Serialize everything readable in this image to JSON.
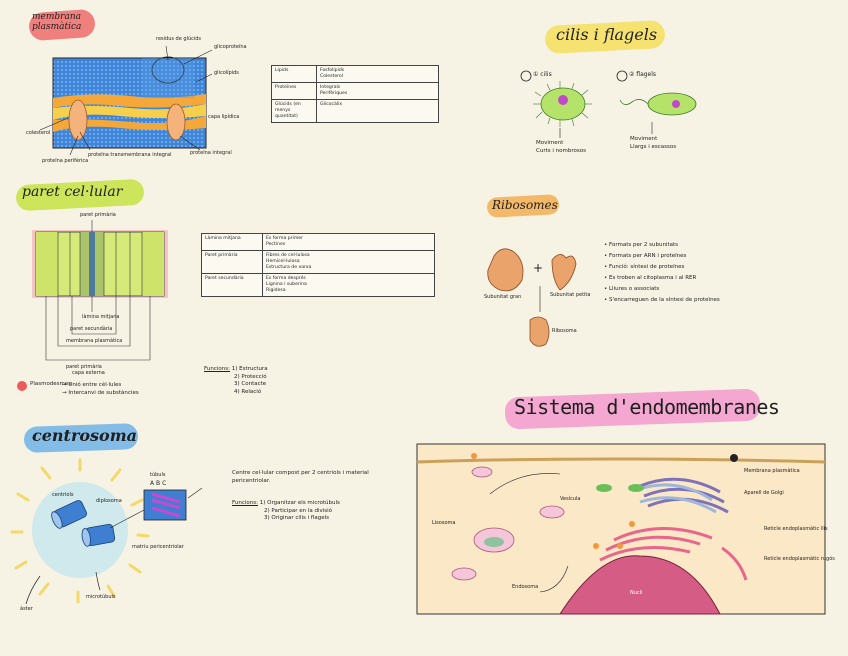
{
  "titles": {
    "membrana": "membrana plasmàtica",
    "paret": "paret cel·lular",
    "centrosoma": "centrosoma",
    "cilis": "cilis i flagels",
    "ribosomes": "Ribosomes",
    "sistema": "Sistema d'endomembranes"
  },
  "colors": {
    "highlight_red": "#ef6b6b",
    "highlight_green": "#c8e34a",
    "highlight_blue": "#6fb1e6",
    "highlight_yellow": "#f5e06a",
    "highlight_orange": "#f2b25a",
    "highlight_pink": "#f3a2cf"
  },
  "membrana": {
    "labels": [
      "residus de glúcids",
      "glicoproteïna",
      "glicolípids",
      "capa lipídica",
      "colesterol",
      "proteïna transmembrana integral",
      "proteïna perifèrica",
      "proteïna integral"
    ],
    "table": [
      {
        "k": "Lípids",
        "items": [
          "Fosfolípids",
          "Colesterol"
        ]
      },
      {
        "k": "Proteïnes",
        "items": [
          "Integrals",
          "Perifèriques"
        ]
      },
      {
        "k": "Glúcids (en menys quantitat)",
        "items": [
          "Glicocàlix"
        ]
      }
    ]
  },
  "paret": {
    "labels": [
      "paret primària",
      "làmina mitjana",
      "paret secundària",
      "membrana plasmàtica",
      "paret primària",
      "capa externa"
    ],
    "table": [
      {
        "k": "Làmina mitjana",
        "items": [
          "Es forma primer",
          "Pectines"
        ]
      },
      {
        "k": "Paret primària",
        "items": [
          "Fibres de cel·lulosa",
          "Hemicel·lulosa",
          "Estructura de xarxa"
        ]
      },
      {
        "k": "Paret secundària",
        "items": [
          "Es forma després",
          "Lignina i suberina",
          "Rigidesa"
        ]
      }
    ],
    "functions_title": "Funcions:",
    "functions": [
      "1) Estructura",
      "2) Protecció",
      "3) Contacte",
      "4) Relació"
    ],
    "note_left": "Plasmodesmes",
    "note_items": [
      "→ Unió entre cèl·lules",
      "→ Intercanvi de substàncies"
    ]
  },
  "centrosoma": {
    "labels": [
      "centriols",
      "diplosoma",
      "matriu pericentriolar",
      "àster",
      "microtúbuls",
      "túbuls"
    ],
    "tubule_letters": [
      "A",
      "B",
      "C"
    ],
    "note": "Centre cel·lular compost per 2 centriols i material pericentriolar.",
    "functions_title": "Funcions:",
    "functions": [
      "1) Organitzar els microtúbuls",
      "2) Participar en la divisió",
      "3) Originar cilis i flagels"
    ]
  },
  "cilis": {
    "labels": [
      "① cilis",
      "② flagels"
    ],
    "cilis_notes": [
      "Moviment",
      "Curts i nombrosos"
    ],
    "flagels_notes": [
      "Moviment",
      "Llargs i escassos"
    ]
  },
  "ribosomes": {
    "labels": [
      "Subunitat gran",
      "Subunitat petita",
      "Ribosoma"
    ],
    "bullets": [
      "• Formats per 2 subunitats",
      "• Formats per ARN i proteïnes",
      "• Funció: síntesi de proteïnes",
      "• Es troben al citoplasma i al RER",
      "• Lliures o associats",
      "• S'encarreguen de la síntesi de proteïnes"
    ]
  },
  "sistema": {
    "labels": [
      "Nucli",
      "Reticle endoplasmàtic rugós",
      "Reticle endoplasmàtic llis",
      "Aparell de Golgi",
      "Vesícula",
      "Lisosoma",
      "Endosoma",
      "Membrana plasmàtica"
    ]
  }
}
